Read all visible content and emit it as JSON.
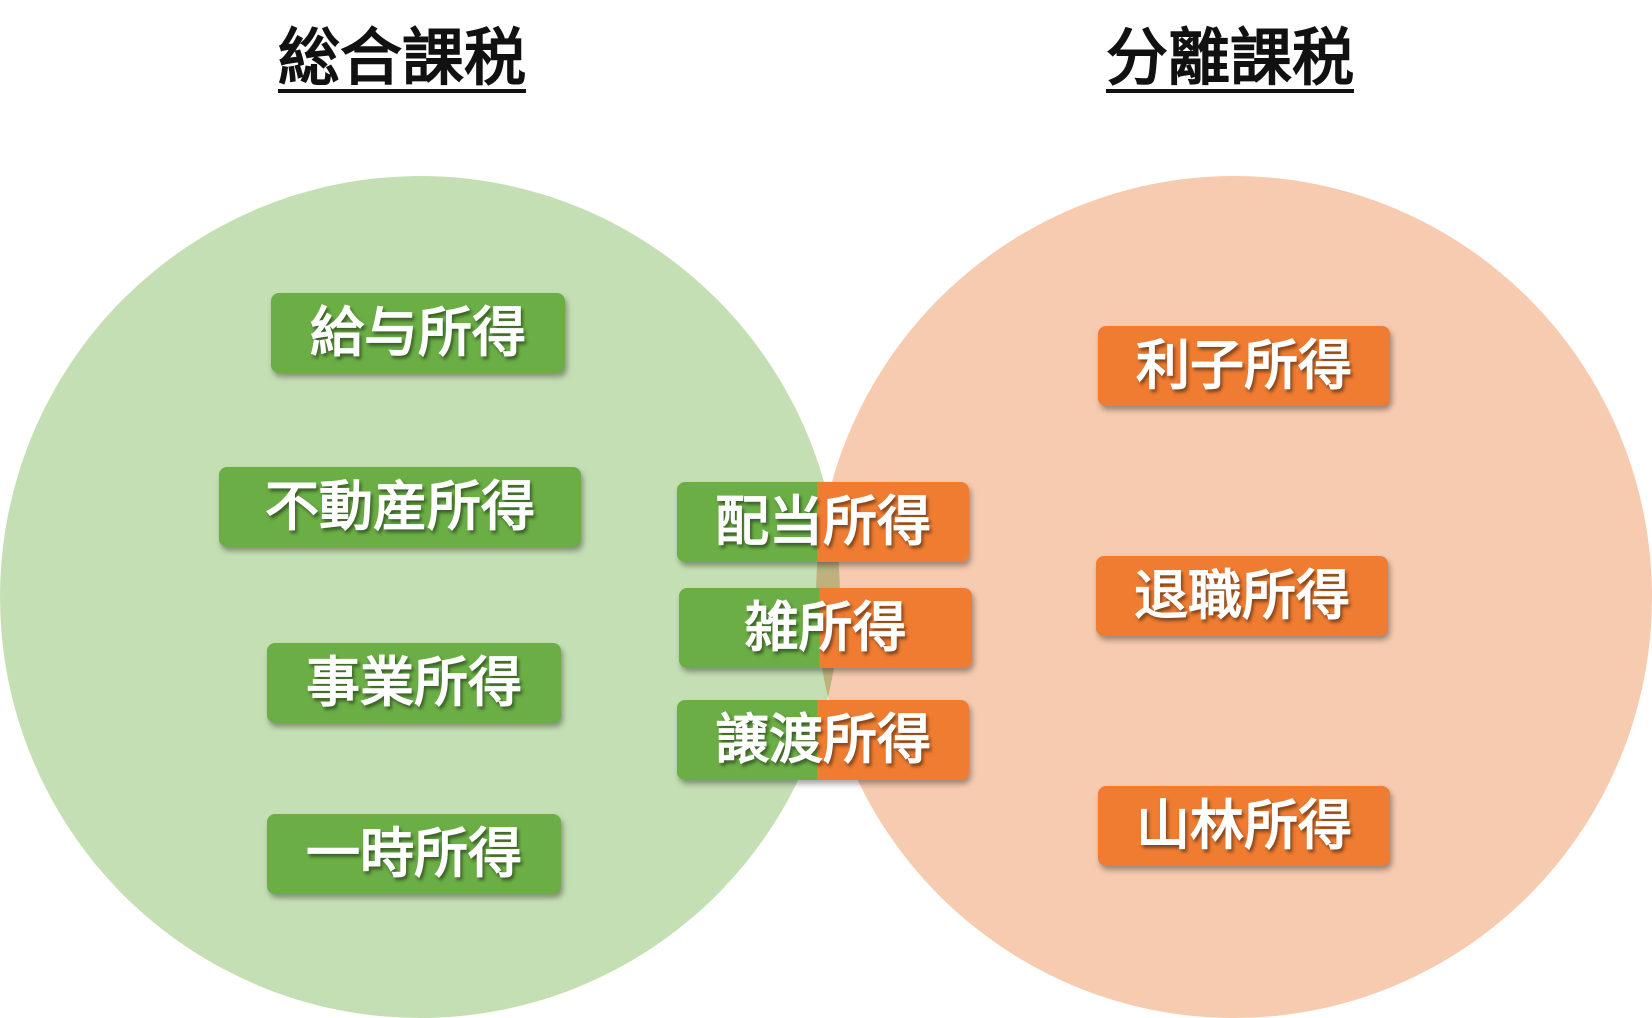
{
  "headings": {
    "left": "総合課税",
    "right": "分離課税"
  },
  "colors": {
    "general_circle": "#c5dfb5",
    "separate_circle": "#f6cbaf",
    "general_tag": "#6aae45",
    "separate_tag": "#ef7c31"
  },
  "general_income": [
    "給与所得",
    "不動産所得",
    "事業所得",
    "一時所得"
  ],
  "both_income": [
    "配当所得",
    "雑所得",
    "譲渡所得"
  ],
  "separate_income": [
    "利子所得",
    "退職所得",
    "山林所得"
  ]
}
